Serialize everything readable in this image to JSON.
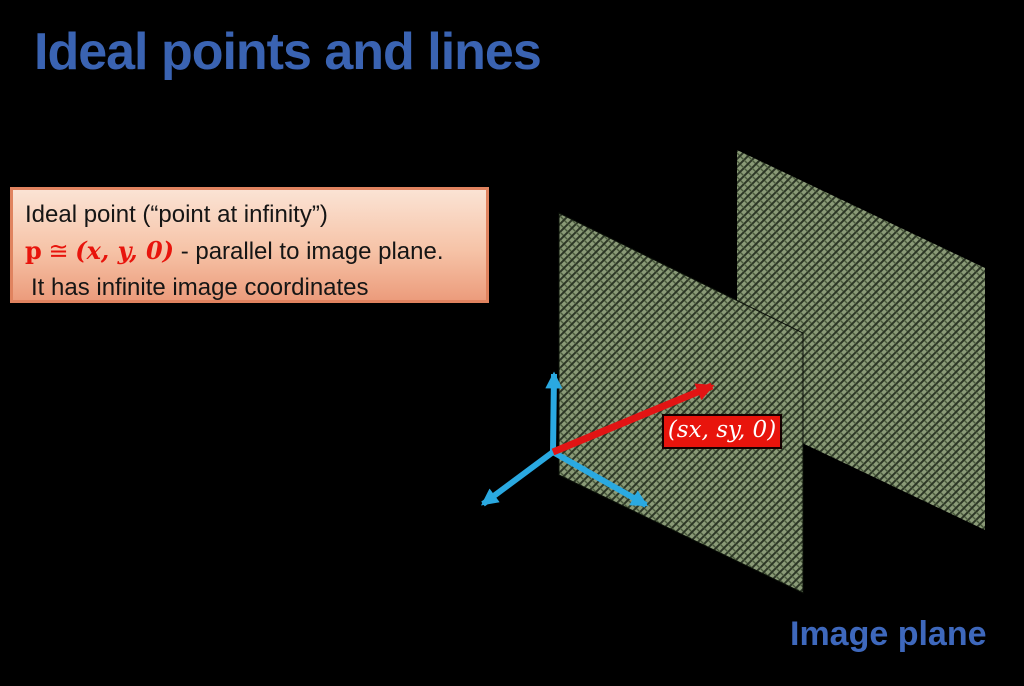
{
  "slide": {
    "title": "Ideal points and lines",
    "info_box": {
      "line1": "Ideal point (“point at infinity”)",
      "math_vector": "p",
      "math_relation": " ≅ ",
      "math_coords": "(x, y, 0)",
      "line2_rest": " - parallel to image plane.",
      "line3": "It has infinite image coordinates"
    },
    "diagram": {
      "vector_label": "(sx, sy, 0)",
      "plane_label": "Image plane"
    },
    "colors": {
      "background": "#000000",
      "title_blue": "#3a63b2",
      "plane_label_blue": "#3e68bc",
      "info_box_top": "#fbe3d4",
      "info_box_bottom": "#ec9c7c",
      "info_box_border": "#e0835f",
      "math_red": "#e8140c",
      "axis_cyan": "#2aa9e1",
      "vector_red": "#e21414",
      "plane_green_light": "#8a9a77",
      "plane_green_dark": "#2c3626",
      "vector_label_bg": "#e8140c",
      "vector_label_text": "#ffffff"
    }
  }
}
